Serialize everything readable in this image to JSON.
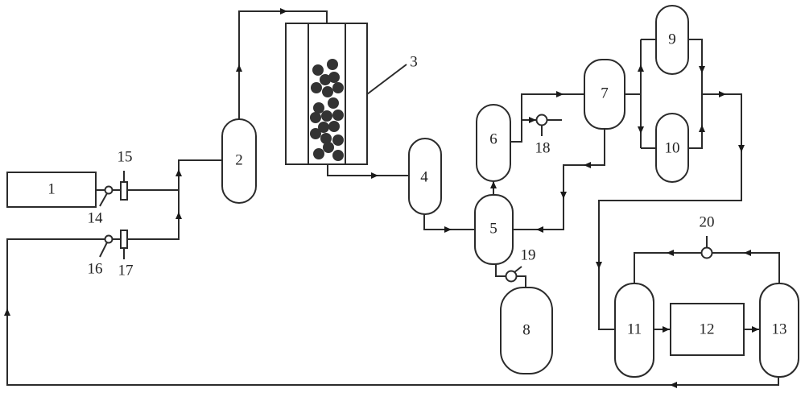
{
  "diagram": {
    "type": "process-flow",
    "units": [
      {
        "id": "1",
        "label": "1",
        "shape": "rectangle"
      },
      {
        "id": "2",
        "label": "2",
        "shape": "vessel"
      },
      {
        "id": "3",
        "label": "3",
        "shape": "packed-column"
      },
      {
        "id": "4",
        "label": "4",
        "shape": "vessel"
      },
      {
        "id": "5",
        "label": "5",
        "shape": "vessel"
      },
      {
        "id": "6",
        "label": "6",
        "shape": "vessel"
      },
      {
        "id": "7",
        "label": "7",
        "shape": "vessel"
      },
      {
        "id": "8",
        "label": "8",
        "shape": "vessel"
      },
      {
        "id": "9",
        "label": "9",
        "shape": "vessel"
      },
      {
        "id": "10",
        "label": "10",
        "shape": "vessel"
      },
      {
        "id": "11",
        "label": "11",
        "shape": "vessel"
      },
      {
        "id": "12",
        "label": "12",
        "shape": "rectangle"
      },
      {
        "id": "13",
        "label": "13",
        "shape": "vessel"
      }
    ],
    "fittings": [
      {
        "id": "14",
        "label": "14",
        "type": "valve"
      },
      {
        "id": "15",
        "label": "15",
        "type": "flow-meter"
      },
      {
        "id": "16",
        "label": "16",
        "type": "valve"
      },
      {
        "id": "17",
        "label": "17",
        "type": "flow-meter"
      },
      {
        "id": "18",
        "label": "18",
        "type": "valve"
      },
      {
        "id": "19",
        "label": "19",
        "type": "valve"
      },
      {
        "id": "20",
        "label": "20",
        "type": "valve"
      }
    ],
    "connections": [
      [
        "1",
        "14"
      ],
      [
        "14",
        "15"
      ],
      [
        "15",
        "2"
      ],
      [
        "16",
        "17"
      ],
      [
        "17",
        "2"
      ],
      [
        "2",
        "3"
      ],
      [
        "3",
        "4"
      ],
      [
        "4",
        "5"
      ],
      [
        "5",
        "6"
      ],
      [
        "6",
        "7"
      ],
      [
        "6",
        "18"
      ],
      [
        "7",
        "5"
      ],
      [
        "5",
        "19"
      ],
      [
        "19",
        "8"
      ],
      [
        "7",
        "9"
      ],
      [
        "7",
        "10"
      ],
      [
        "9",
        "11"
      ],
      [
        "10",
        "11"
      ],
      [
        "11",
        "12"
      ],
      [
        "12",
        "13"
      ],
      [
        "13",
        "20"
      ],
      [
        "20",
        "11"
      ],
      [
        "13",
        "16"
      ]
    ]
  }
}
